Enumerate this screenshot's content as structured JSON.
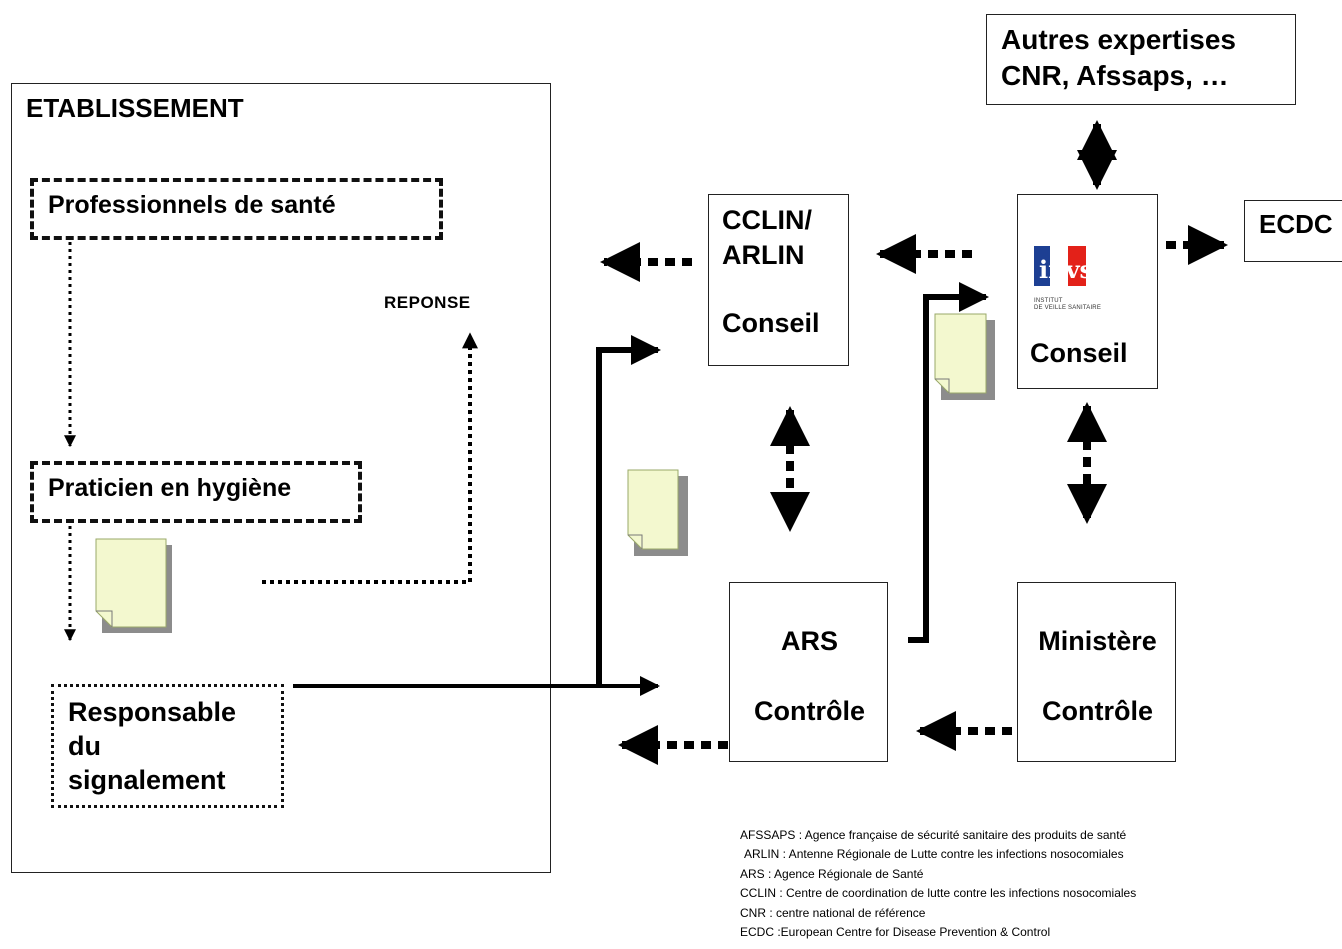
{
  "etablissement": {
    "title": "ETABLISSEMENT",
    "professionnels": "Professionnels de santé",
    "praticien": "Praticien en hygiène",
    "responsable": [
      "Responsable",
      "du",
      "signalement"
    ],
    "reponse": "REPONSE"
  },
  "cclin": {
    "line1": "CCLIN/",
    "line2": "ARLIN",
    "role": "Conseil"
  },
  "invs": {
    "logo_text": "invs",
    "logo_sub1": "INSTITUT",
    "logo_sub2": "DE VEILLE SANITAIRE",
    "role": "Conseil",
    "logo_colors": {
      "blue": "#1d3f93",
      "red": "#e32119"
    }
  },
  "autres": {
    "line1": "Autres expertises",
    "line2": "CNR, Afssaps, …"
  },
  "ecdc": {
    "label": "ECDC"
  },
  "ars": {
    "name": "ARS",
    "role": "Contrôle"
  },
  "ministere": {
    "name": "Ministère",
    "role": "Contrôle"
  },
  "legend": [
    "AFSSAPS : Agence française de sécurité sanitaire des produits de santé",
    "ARLIN : Antenne Régionale de Lutte contre les infections nosocomiales",
    "ARS : Agence Régionale de Santé",
    "CCLIN : Centre de coordination de lutte contre les infections nosocomiales",
    "CNR : centre national de référence",
    "ECDC :European Centre for Disease Prevention & Control"
  ],
  "colors": {
    "document_fill": "#f3f8cf",
    "document_shadow": "#8c8c8c"
  }
}
